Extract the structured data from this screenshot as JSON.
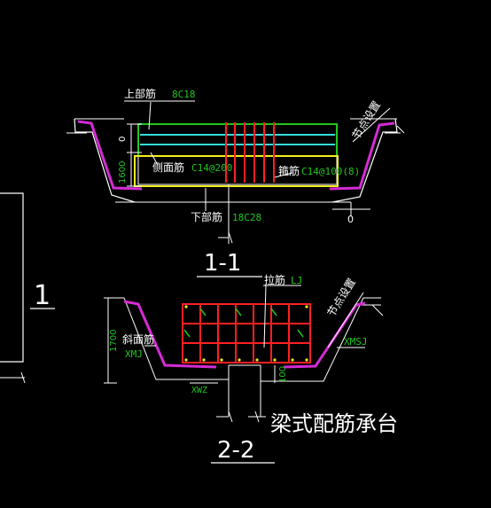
{
  "colors": {
    "background": "#000000",
    "line": "#ffffff",
    "green": "#21c521",
    "red": "#ff2020",
    "magenta": "#d42bd4",
    "yellow": "#f2ef1c",
    "cyan": "#33dddd"
  },
  "section_1": {
    "title": "1-1",
    "top_bar_label": "上部筋",
    "top_bar_value": "8C18",
    "side_bar_label": "侧面筋",
    "side_bar_value": "C14@200",
    "stirrup_label": "箍筋",
    "stirrup_value": "C14@100(8)",
    "bottom_bar_label": "下部筋",
    "bottom_bar_value": "18C28",
    "dim_top": "0",
    "dim_side": "1600",
    "dim_bottom": "0",
    "slope_note": "节点设置"
  },
  "section_2": {
    "title": "2-2",
    "tie_label": "拉筋",
    "tie_value": "LJ",
    "slope_label": "斜面筋",
    "slope_value": "XMJ",
    "right_slope_value": "XMSJ",
    "dim_height": "1700",
    "bottom_label": "XWZ",
    "dim_bottom": "100",
    "slope_note": "节点设置"
  },
  "left_view": {
    "label": "1"
  },
  "caption": "梁式配筋承台"
}
